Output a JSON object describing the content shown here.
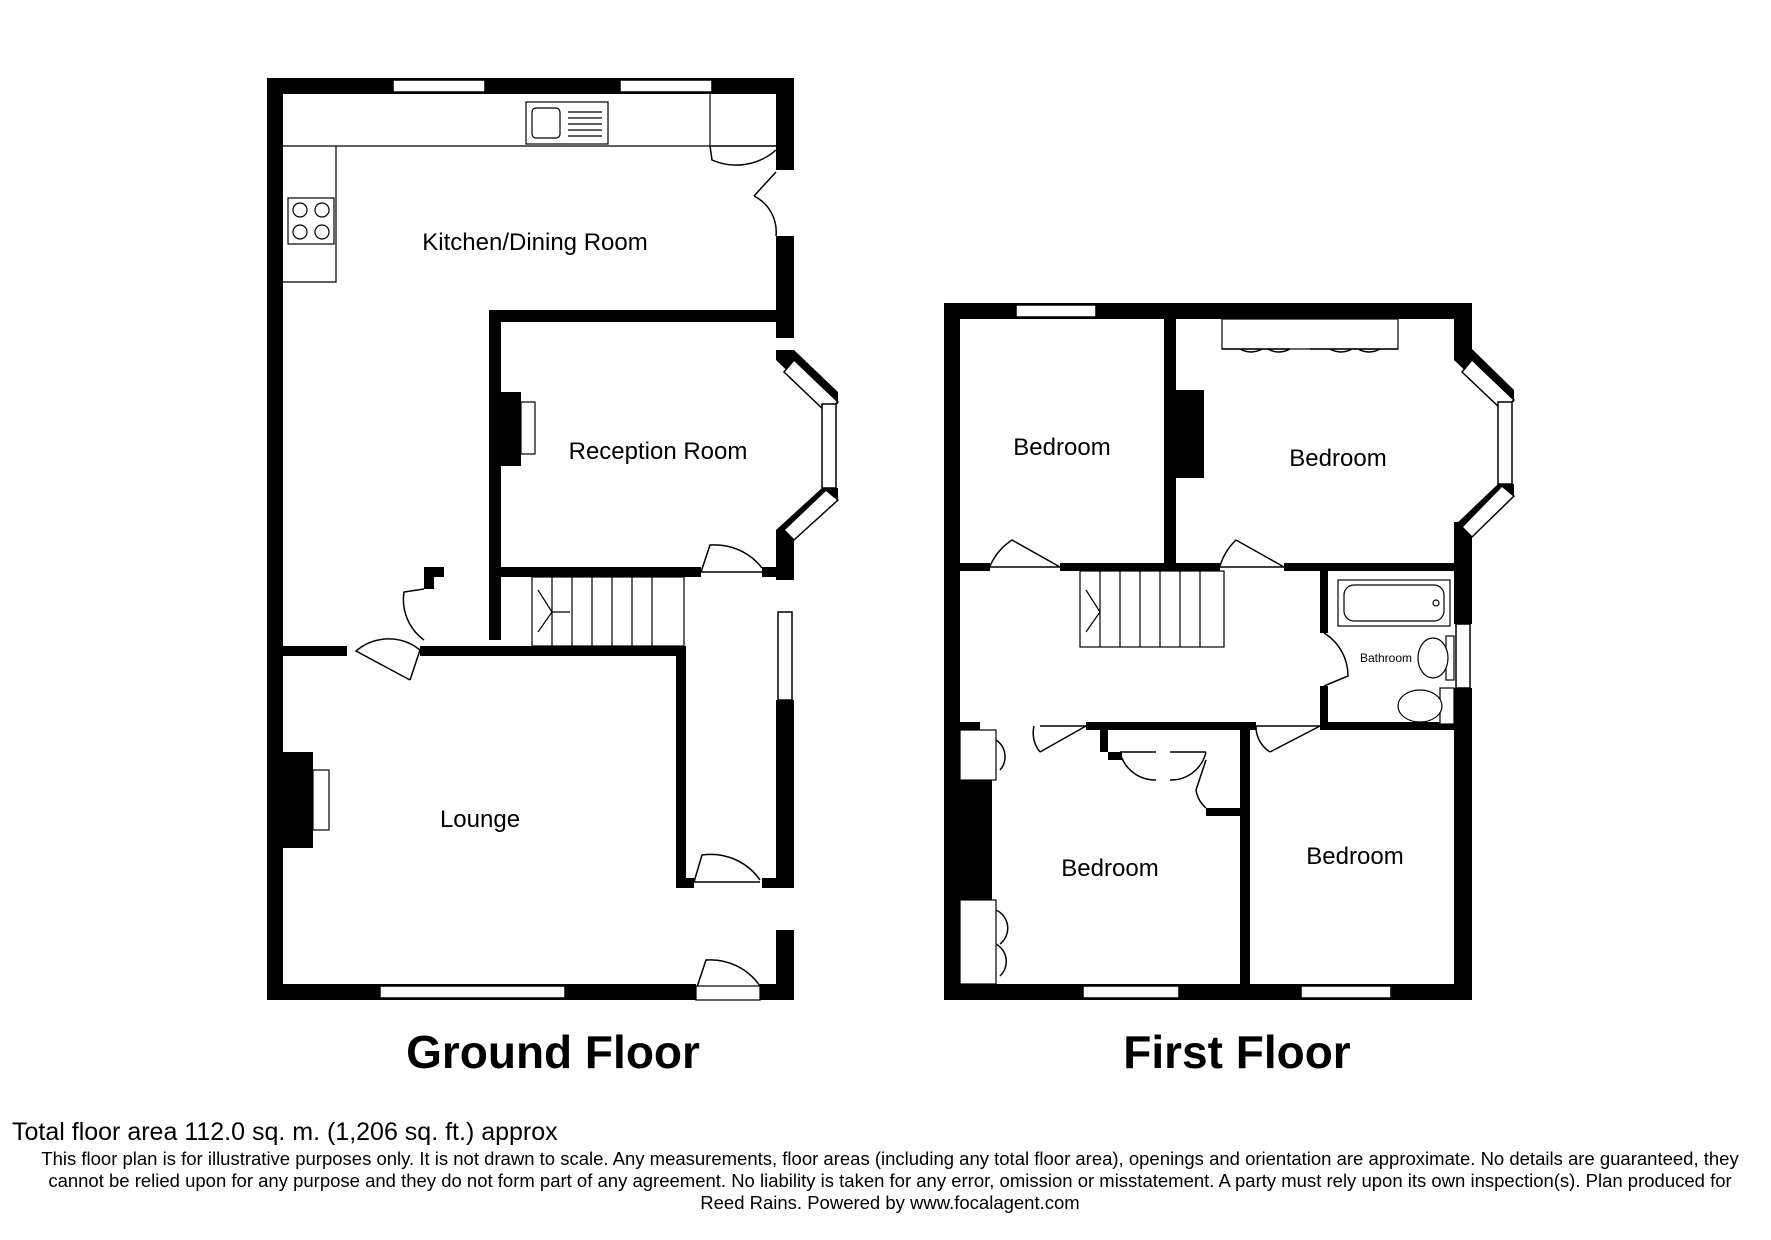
{
  "ground_floor": {
    "title": "Ground Floor",
    "rooms": {
      "kitchen": "Kitchen/Dining Room",
      "reception": "Reception Room",
      "lounge": "Lounge"
    }
  },
  "first_floor": {
    "title": "First Floor",
    "rooms": {
      "bedroom_1": "Bedroom",
      "bedroom_2": "Bedroom",
      "bathroom": "Bathroom",
      "bedroom_3": "Bedroom",
      "bedroom_4": "Bedroom"
    }
  },
  "footer": {
    "total_area": "Total floor area 112.0 sq. m. (1,206 sq. ft.) approx",
    "disclaimer": "This floor plan is for illustrative purposes only. It is not drawn to scale. Any measurements, floor areas (including any total floor area), openings and orientation are approximate. No details are guaranteed, they cannot be relied upon for any purpose and they do not form part of any agreement. No liability is taken for any error, omission or misstatement. A party must rely upon its own inspection(s). Plan produced for Reed Rains. Powered by www.focalagent.com"
  }
}
